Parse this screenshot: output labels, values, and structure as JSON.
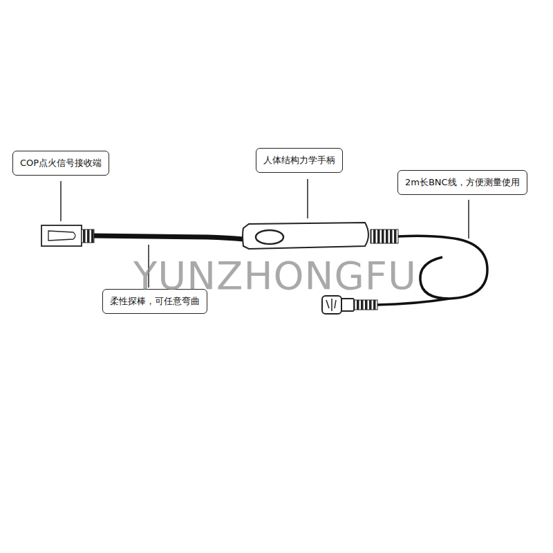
{
  "diagram": {
    "nodes": [
      {
        "text": [
          "COP点火信号接收端"
        ]
      },
      {
        "text": [
          "人体结构力学手柄"
        ]
      },
      {
        "text": [
          "2m长BNC线，方便测量使用"
        ]
      },
      {
        "text": [
          "柔性探棒，可任意弯曲"
        ]
      }
    ],
    "labels": [
      "YUNZHONGFU"
    ]
  }
}
